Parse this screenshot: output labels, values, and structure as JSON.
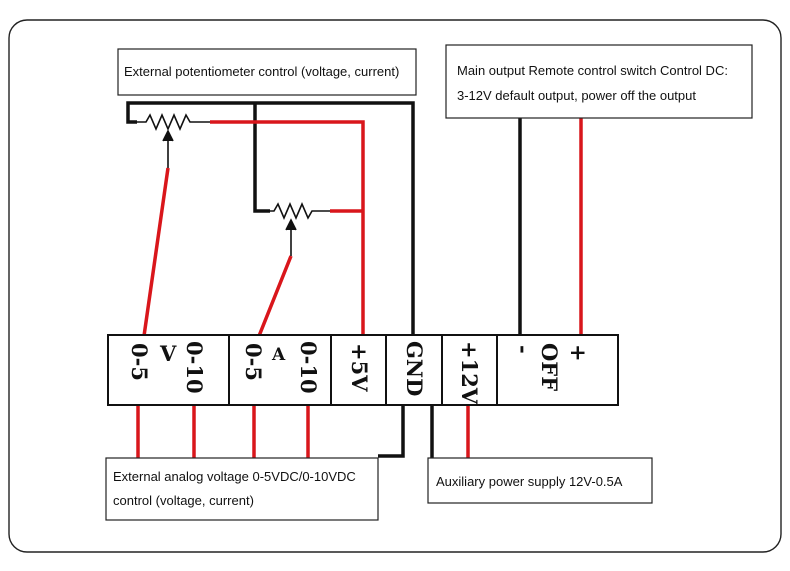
{
  "labels": {
    "external_pot": "External potentiometer control (voltage, current)",
    "main_output_line1": "Main output Remote control switch Control DC:",
    "main_output_line2": "3-12V default output, power off the output",
    "external_analog_line1": "External analog voltage 0-5VDC/0-10VDC",
    "external_analog_line2": "control (voltage, current)",
    "aux_power": "Auxiliary power supply 12V-0.5A"
  },
  "terminals": {
    "v_0_5": "0-5",
    "v_sym": "V",
    "v_0_10": "0-10",
    "a_0_5": "0-5",
    "a_sym": "A",
    "a_0_10": "0-10",
    "plus5v": "+5V",
    "gnd": "GND",
    "plus12v": "+12V",
    "off_minus": "-",
    "off_label": "OFF",
    "off_plus": "+"
  },
  "colors": {
    "wire_red": "#d9161b",
    "wire_black": "#111111"
  }
}
